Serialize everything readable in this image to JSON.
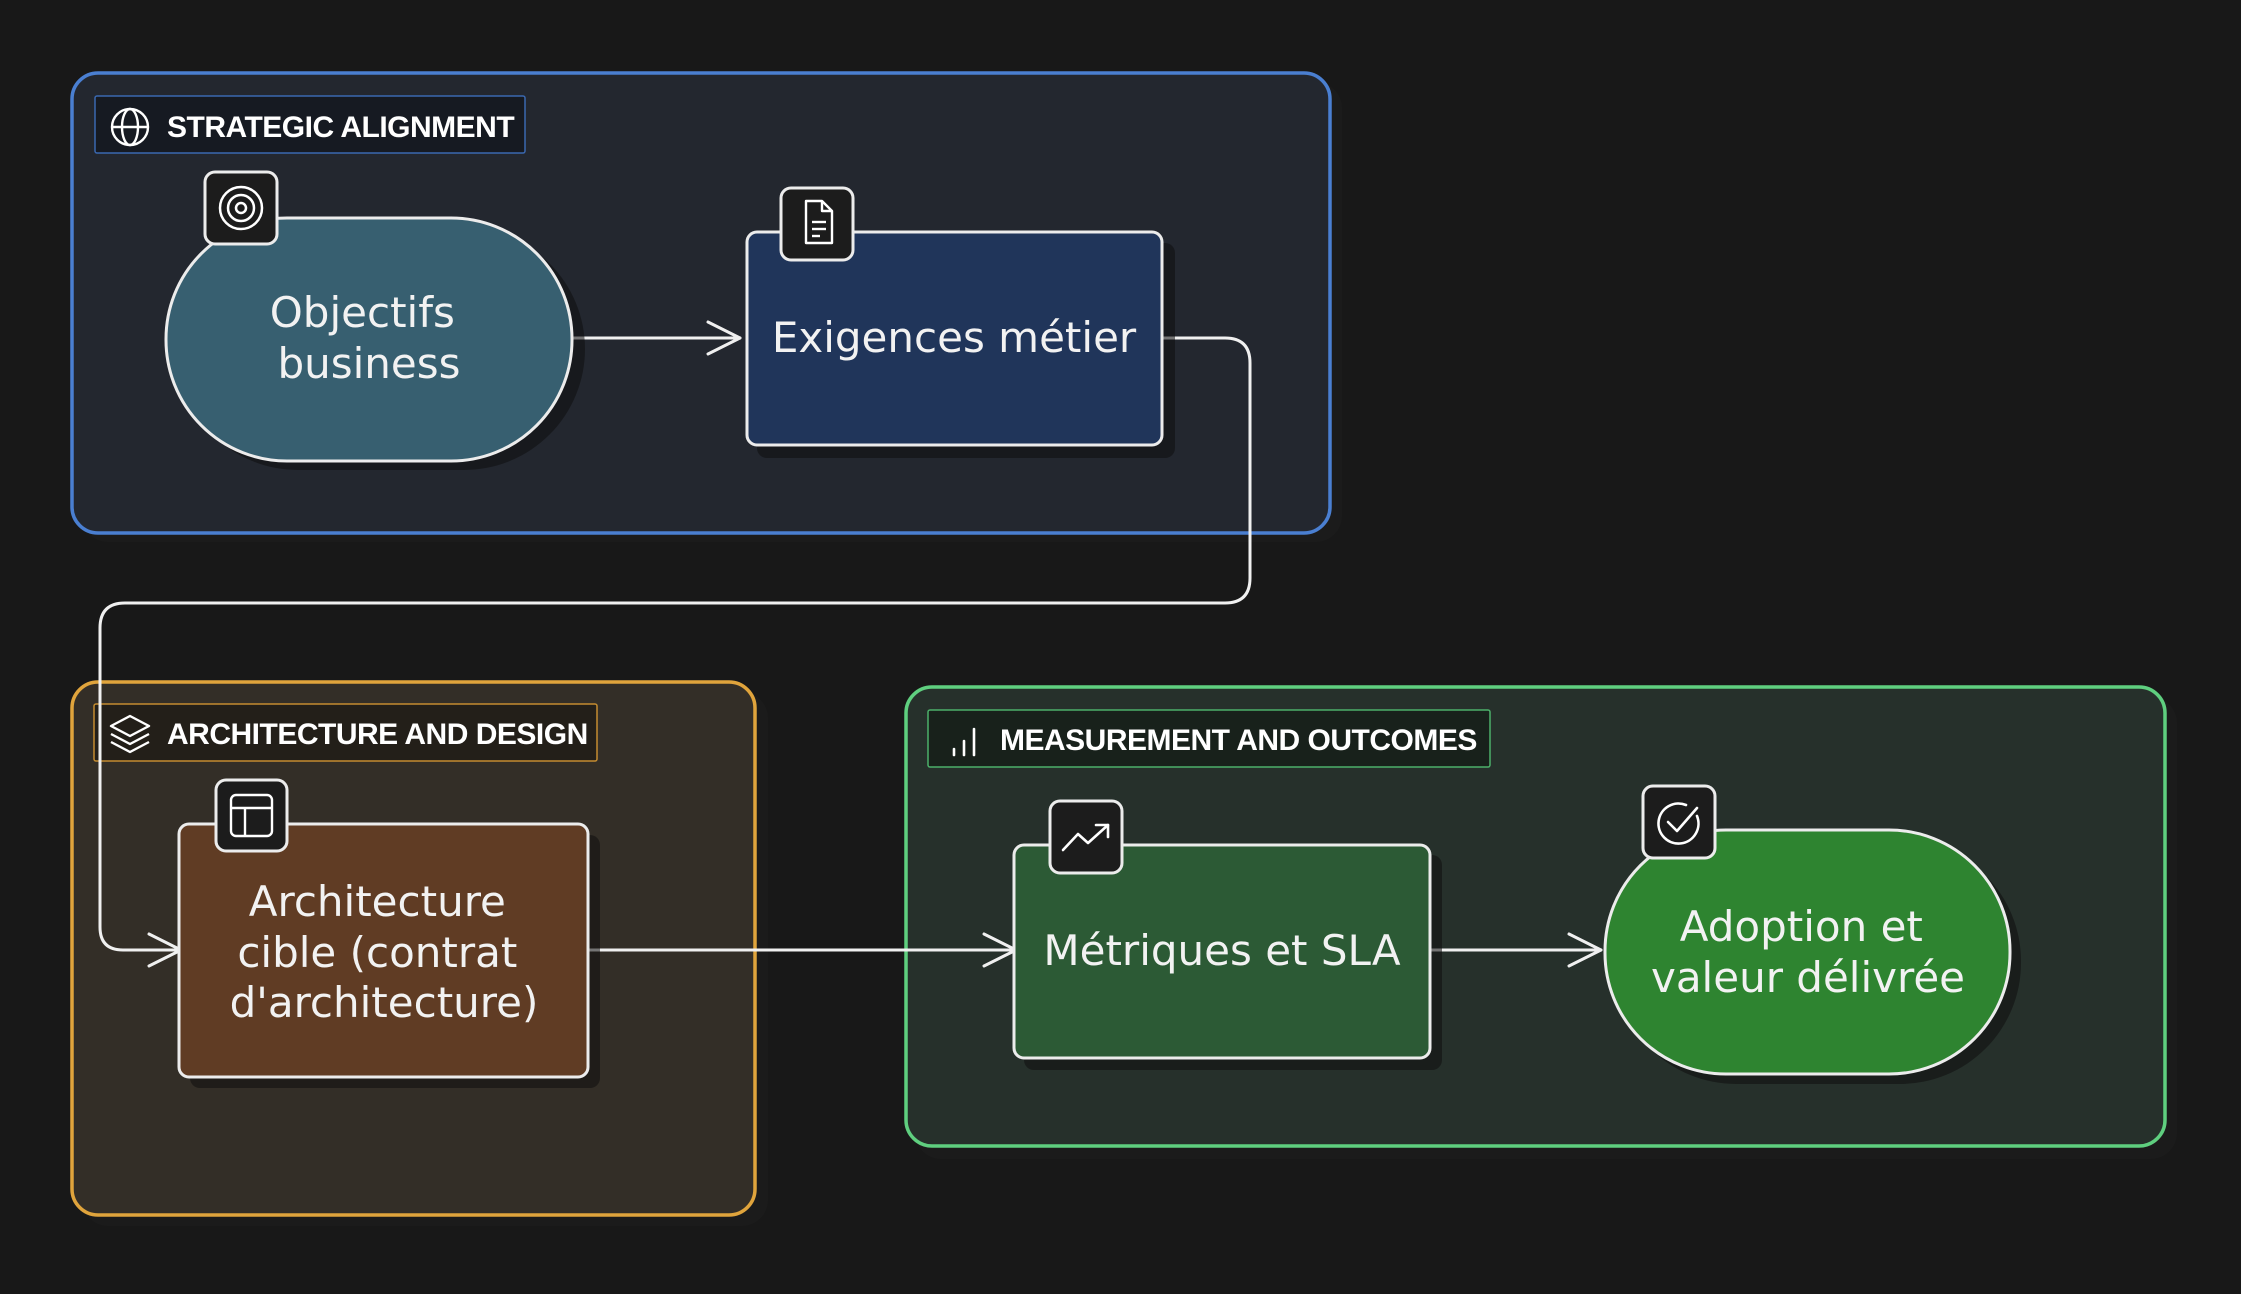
{
  "colors": {
    "background": "#181818",
    "strategic_border": "#4a7fd1",
    "architecture_border": "#e0a43c",
    "measurement_border": "#5fcf7f",
    "objectifs_fill": "#375f70",
    "exigences_fill": "#20355a",
    "architecture_fill": "#603c24",
    "metriques_fill": "#2c5a35",
    "adoption_fill": "#2e8430",
    "line": "#f0f0f0"
  },
  "groups": {
    "strategic": {
      "title": "STRATEGIC ALIGNMENT",
      "icon": "globe-icon"
    },
    "architecture": {
      "title": "ARCHITECTURE AND DESIGN",
      "icon": "layers-icon"
    },
    "measurement": {
      "title": "MEASUREMENT AND OUTCOMES",
      "icon": "bar-chart-icon"
    }
  },
  "nodes": {
    "objectifs": {
      "lines": [
        "Objectifs",
        "business"
      ],
      "icon": "target-icon"
    },
    "exigences": {
      "lines": [
        "Exigences métier"
      ],
      "icon": "document-icon"
    },
    "architecture": {
      "lines": [
        "Architecture",
        "cible (contrat",
        "d'architecture)"
      ],
      "icon": "layout-icon"
    },
    "metriques": {
      "lines": [
        "Métriques et SLA"
      ],
      "icon": "trending-up-icon"
    },
    "adoption": {
      "lines": [
        "Adoption et",
        "valeur délivrée"
      ],
      "icon": "check-circle-icon"
    }
  },
  "edges": [
    {
      "from": "objectifs",
      "to": "exigences"
    },
    {
      "from": "exigences",
      "to": "architecture"
    },
    {
      "from": "architecture",
      "to": "metriques"
    },
    {
      "from": "metriques",
      "to": "adoption"
    }
  ]
}
